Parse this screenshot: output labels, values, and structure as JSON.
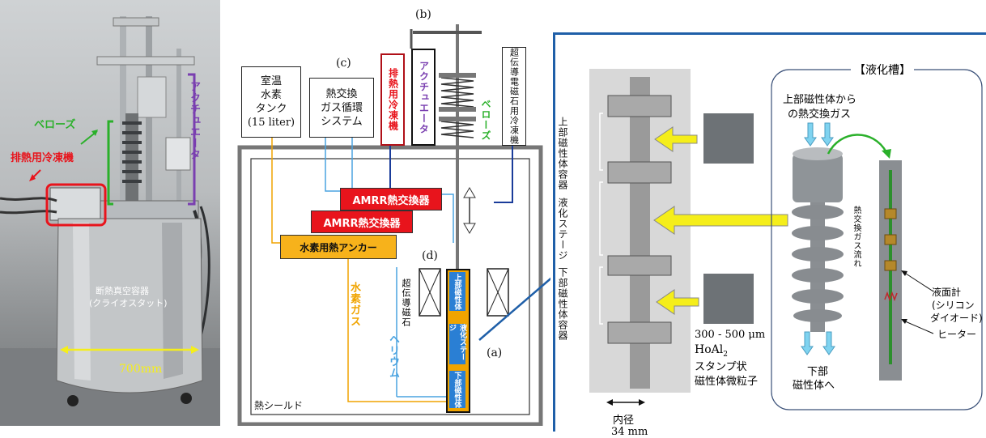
{
  "photo": {
    "bellows": "ベローズ",
    "exhaust_cooler": "排熱用冷凍機",
    "actuator": "アクチュエータ",
    "cryostat_line1": "断熱真空容器",
    "cryostat_line2": "(クライオスタット)",
    "width": "700mm"
  },
  "schematic": {
    "label_b": "(b)",
    "label_c": "(c)",
    "label_d": "(d)",
    "label_a": "(a)",
    "tank_lines": [
      "室温",
      "水素",
      "タンク",
      "(15 liter)"
    ],
    "gas_lines": [
      "熱交換",
      "ガス循環",
      "システム"
    ],
    "exhaust_cooler": "排熱用冷凍機",
    "actuator": "アクチュエータ",
    "bellows": "ベローズ",
    "sc_cooler": "超伝導電磁石用冷凍機",
    "amrr1": "AMRR熱交換器",
    "amrr2": "AMRR熱交換器",
    "anchor": "水素用熱アンカー",
    "sc_magnet": "超伝導磁石",
    "hydrogen_gas": "水素ガス",
    "helium": "ヘリウム",
    "upper_mag": "上部磁性体",
    "liquefaction_stage": "液化ステージ",
    "lower_mag": "下部磁性体",
    "shield": "熱シールド"
  },
  "detail": {
    "upper_container": "上部磁性体容器",
    "liquefaction_stage": "液化ステージ",
    "lower_container": "下部磁性体容器",
    "inner_diameter_label": "内径",
    "inner_diameter_value": "34 mm",
    "particle_size": "300 - 500 μm",
    "material": "HoAl",
    "material_sub": "2",
    "particle_line1": "スタンプ状",
    "particle_line2": "磁性体微粒子",
    "tank_title": "【液化槽】",
    "gas_from_upper_1": "上部磁性体から",
    "gas_from_upper_2": "の熱交換ガス",
    "flow_label": "熱交換ガス流れ",
    "level_meter_1": "液面計",
    "level_meter_2": "(シリコン",
    "level_meter_3": "ダイオード)",
    "heater": "ヒーター",
    "to_lower_1": "下部",
    "to_lower_2": "磁性体へ"
  },
  "colors": {
    "red": "#e8141c",
    "orange": "#f7b21b",
    "blue_frame": "#1f5fa8",
    "yellow_arrow": "#f5ee1a",
    "cyan_arrow": "#7fd3f0",
    "green_arrow": "#2ab02a",
    "purple": "#7a3fb0"
  }
}
